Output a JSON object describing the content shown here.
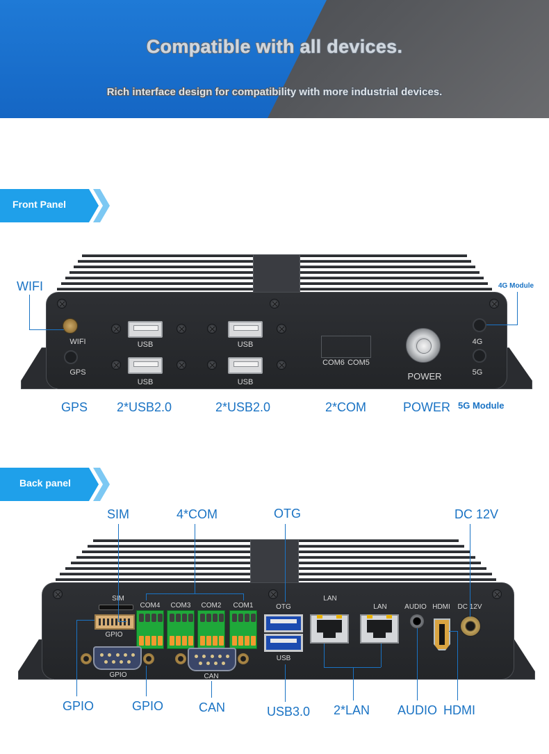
{
  "banner": {
    "title": "Compatible with all devices.",
    "subtitle": "Rich interface design for compatibility with more industrial devices."
  },
  "front_panel": {
    "section_label": "Front Panel",
    "port_labels": {
      "wifi": "WIFI",
      "gps": "GPS",
      "usb": "USB",
      "com6": "COM6",
      "com5": "COM5",
      "power": "POWER",
      "g4": "4G",
      "g5": "5G"
    },
    "callouts": {
      "wifi": "WIFI",
      "gps": "GPS",
      "usb_left": "2*USB2.0",
      "usb_right": "2*USB2.0",
      "com": "2*COM",
      "power": "POWER",
      "module_4g": "4G Module",
      "module_5g": "5G Module"
    }
  },
  "back_panel": {
    "section_label": "Back panel",
    "port_labels": {
      "sim": "SIM",
      "com4": "COM4",
      "com3": "COM3",
      "com2": "COM2",
      "com1": "COM1",
      "otg": "OTG",
      "usb": "USB",
      "lan1": "LAN",
      "lan2": "LAN",
      "audio": "AUDIO",
      "hdmi": "HDMI",
      "dc": "DC 12V",
      "gpio_header": "GPIO",
      "gpio_db9": "GPIO",
      "can": "CAN"
    },
    "callouts": {
      "sim": "SIM",
      "com": "4*COM",
      "otg": "OTG",
      "dc": "DC 12V",
      "gpio1": "GPIO",
      "gpio2": "GPIO",
      "can": "CAN",
      "usb3": "USB3.0",
      "lan": "2*LAN",
      "audio": "AUDIO",
      "hdmi": "HDMI"
    }
  }
}
